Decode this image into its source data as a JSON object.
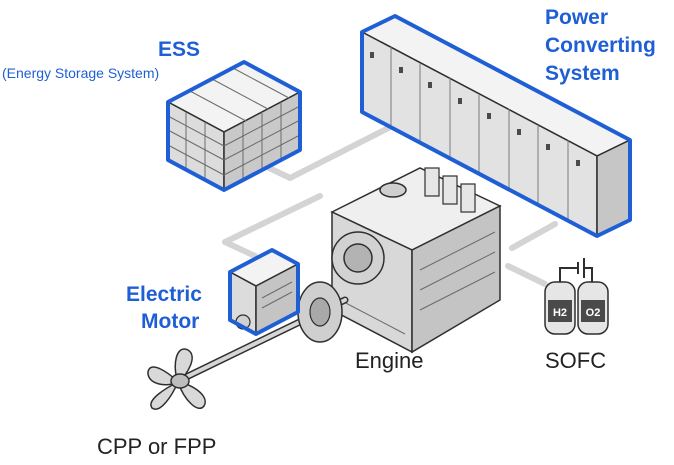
{
  "labels": {
    "ess_title": "ESS",
    "ess_subtitle": "(Energy Storage System)",
    "pcs_line1": "Power",
    "pcs_line2": "Converting",
    "pcs_line3": "System",
    "motor_line1": "Electric",
    "motor_line2": "Motor",
    "engine": "Engine",
    "sofc": "SOFC",
    "propeller": "CPP or FPP",
    "h2": "H2",
    "o2": "O2"
  },
  "icons": {
    "ess": "battery-rack-icon",
    "pcs": "converter-cabinet-icon",
    "engine": "engine-icon",
    "motor": "electric-motor-icon",
    "propeller": "propeller-icon",
    "sofc": "fuel-cell-tanks-icon"
  },
  "colors": {
    "accent": "#1f5fd6",
    "connector": "#d4d4d4",
    "equipment": "#e3e3e3",
    "outline": "#2f2f2f"
  }
}
